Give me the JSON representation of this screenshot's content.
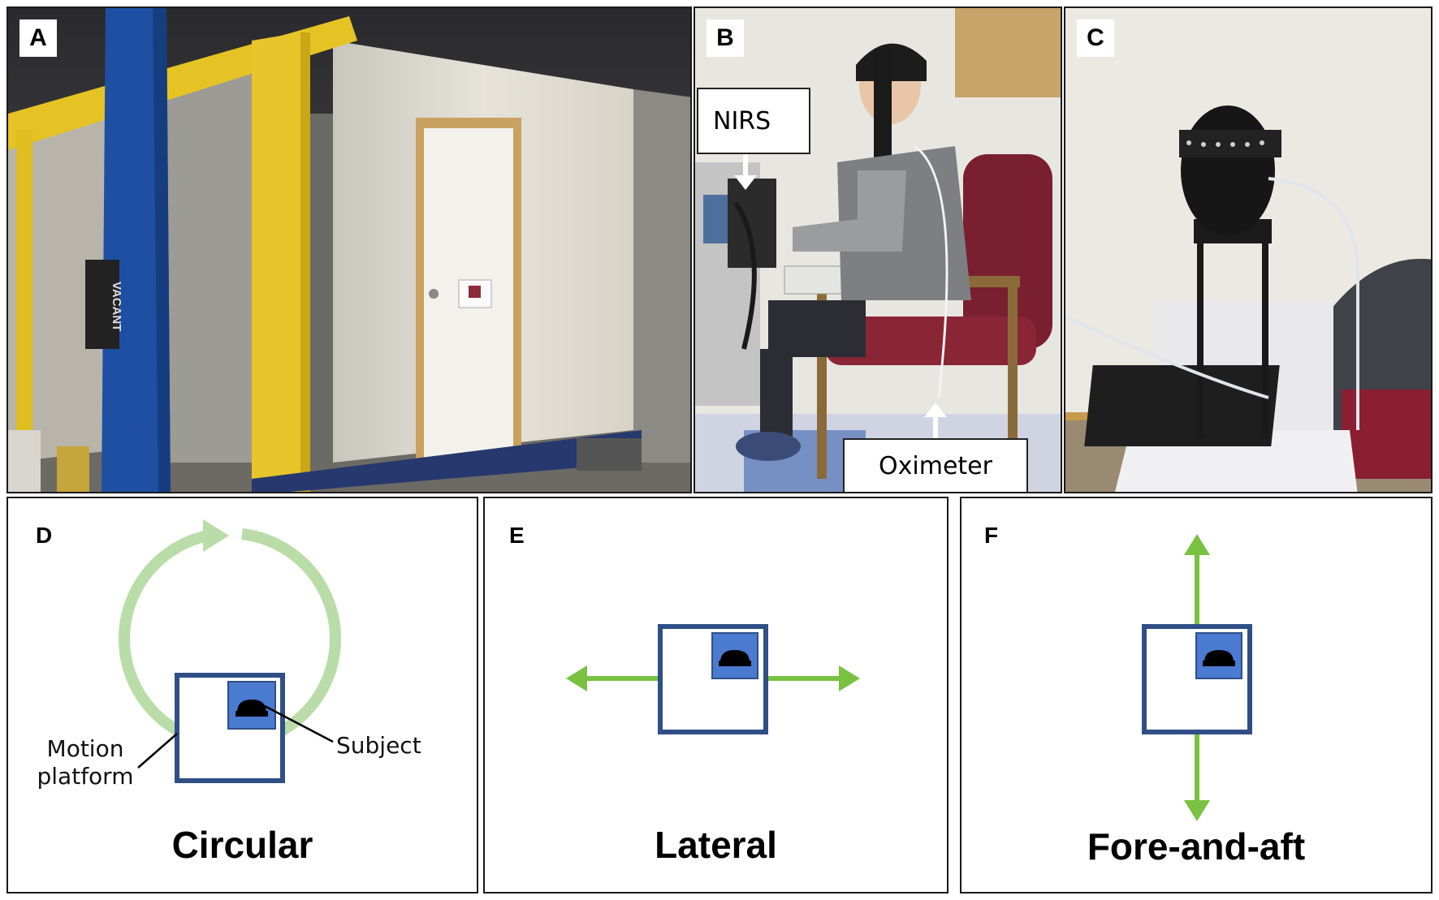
{
  "panels": {
    "a": {
      "letter": "A",
      "sign": "VACANT"
    },
    "b": {
      "letter": "B",
      "callouts": {
        "nirs": "NIRS",
        "oximeter": "Oximeter"
      }
    },
    "c": {
      "letter": "C"
    },
    "d": {
      "letter": "D",
      "title": "Circular",
      "labels": {
        "platform": "Motion\nplatform",
        "subject": "Subject"
      }
    },
    "e": {
      "letter": "E",
      "title": "Lateral"
    },
    "f": {
      "letter": "F",
      "title": "Fore-and-aft"
    }
  },
  "colors": {
    "platform_border": "#2f4f86",
    "subject_fill": "#4a7bd0",
    "arrow_green": "#7ac142",
    "arrow_light_green": "#b9dca8"
  }
}
